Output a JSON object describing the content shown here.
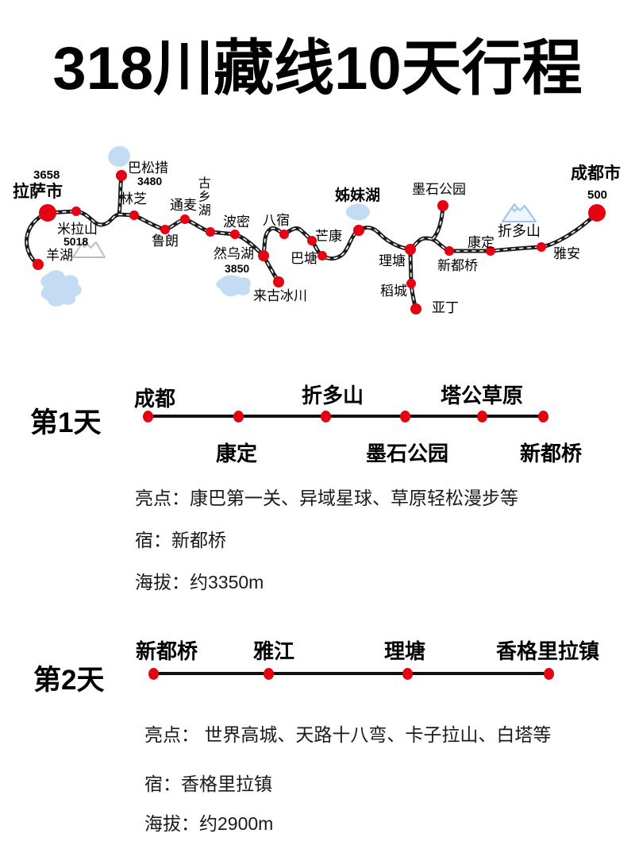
{
  "title": "318川藏线10天行程",
  "colors": {
    "accent_red": "#e60012",
    "road_black": "#1c1c1c",
    "lake_blue": "#c3dcf3",
    "mountain_gray": "#bdbdbd",
    "mountain_blue": "#9fc4e8"
  },
  "map": {
    "lhasa": {
      "name": "拉萨市",
      "elevation": "3658"
    },
    "yamdrok": {
      "name": "羊湖"
    },
    "mila": {
      "name": "米拉山",
      "elevation": "5018"
    },
    "basum": {
      "name": "巴松措",
      "elevation": "3480"
    },
    "linzhi": {
      "name": "林芝"
    },
    "lulang": {
      "name": "鲁朗"
    },
    "tongmai": {
      "name": "通麦"
    },
    "guxiang": {
      "name": "古乡湖"
    },
    "bomi": {
      "name": "波密"
    },
    "ranwu": {
      "name": "然乌湖",
      "elevation": "3850"
    },
    "laigu": {
      "name": "来古冰川"
    },
    "basu": {
      "name": "八宿"
    },
    "mangkang": {
      "name": "芒康"
    },
    "batang": {
      "name": "巴塘"
    },
    "sisters": {
      "name": "姊妹湖"
    },
    "litang": {
      "name": "理塘"
    },
    "daocheng": {
      "name": "稻城"
    },
    "yading": {
      "name": "亚丁"
    },
    "moshi": {
      "name": "墨石公园"
    },
    "xinduqiao": {
      "name": "新都桥"
    },
    "kangding": {
      "name": "康定"
    },
    "zheduo": {
      "name": "折多山"
    },
    "yaan": {
      "name": "雅安"
    },
    "chengdu": {
      "name": "成都市",
      "elevation": "500"
    }
  },
  "days": [
    {
      "label": "第1天",
      "stops": [
        "成都",
        "康定",
        "折多山",
        "墨石公园",
        "塔公草原",
        "新都桥"
      ],
      "highlights": "亮点：康巴第一关、异域星球、草原轻松漫步等",
      "stay": "宿：新都桥",
      "altitude": "海拔：约3350m"
    },
    {
      "label": "第2天",
      "stops": [
        "新都桥",
        "雅江",
        "理塘",
        "香格里拉镇"
      ],
      "highlights": "亮点： 世界高城、天路十八弯、卡子拉山、白塔等",
      "stay": "宿：香格里拉镇",
      "altitude": "海拔：约2900m"
    }
  ]
}
